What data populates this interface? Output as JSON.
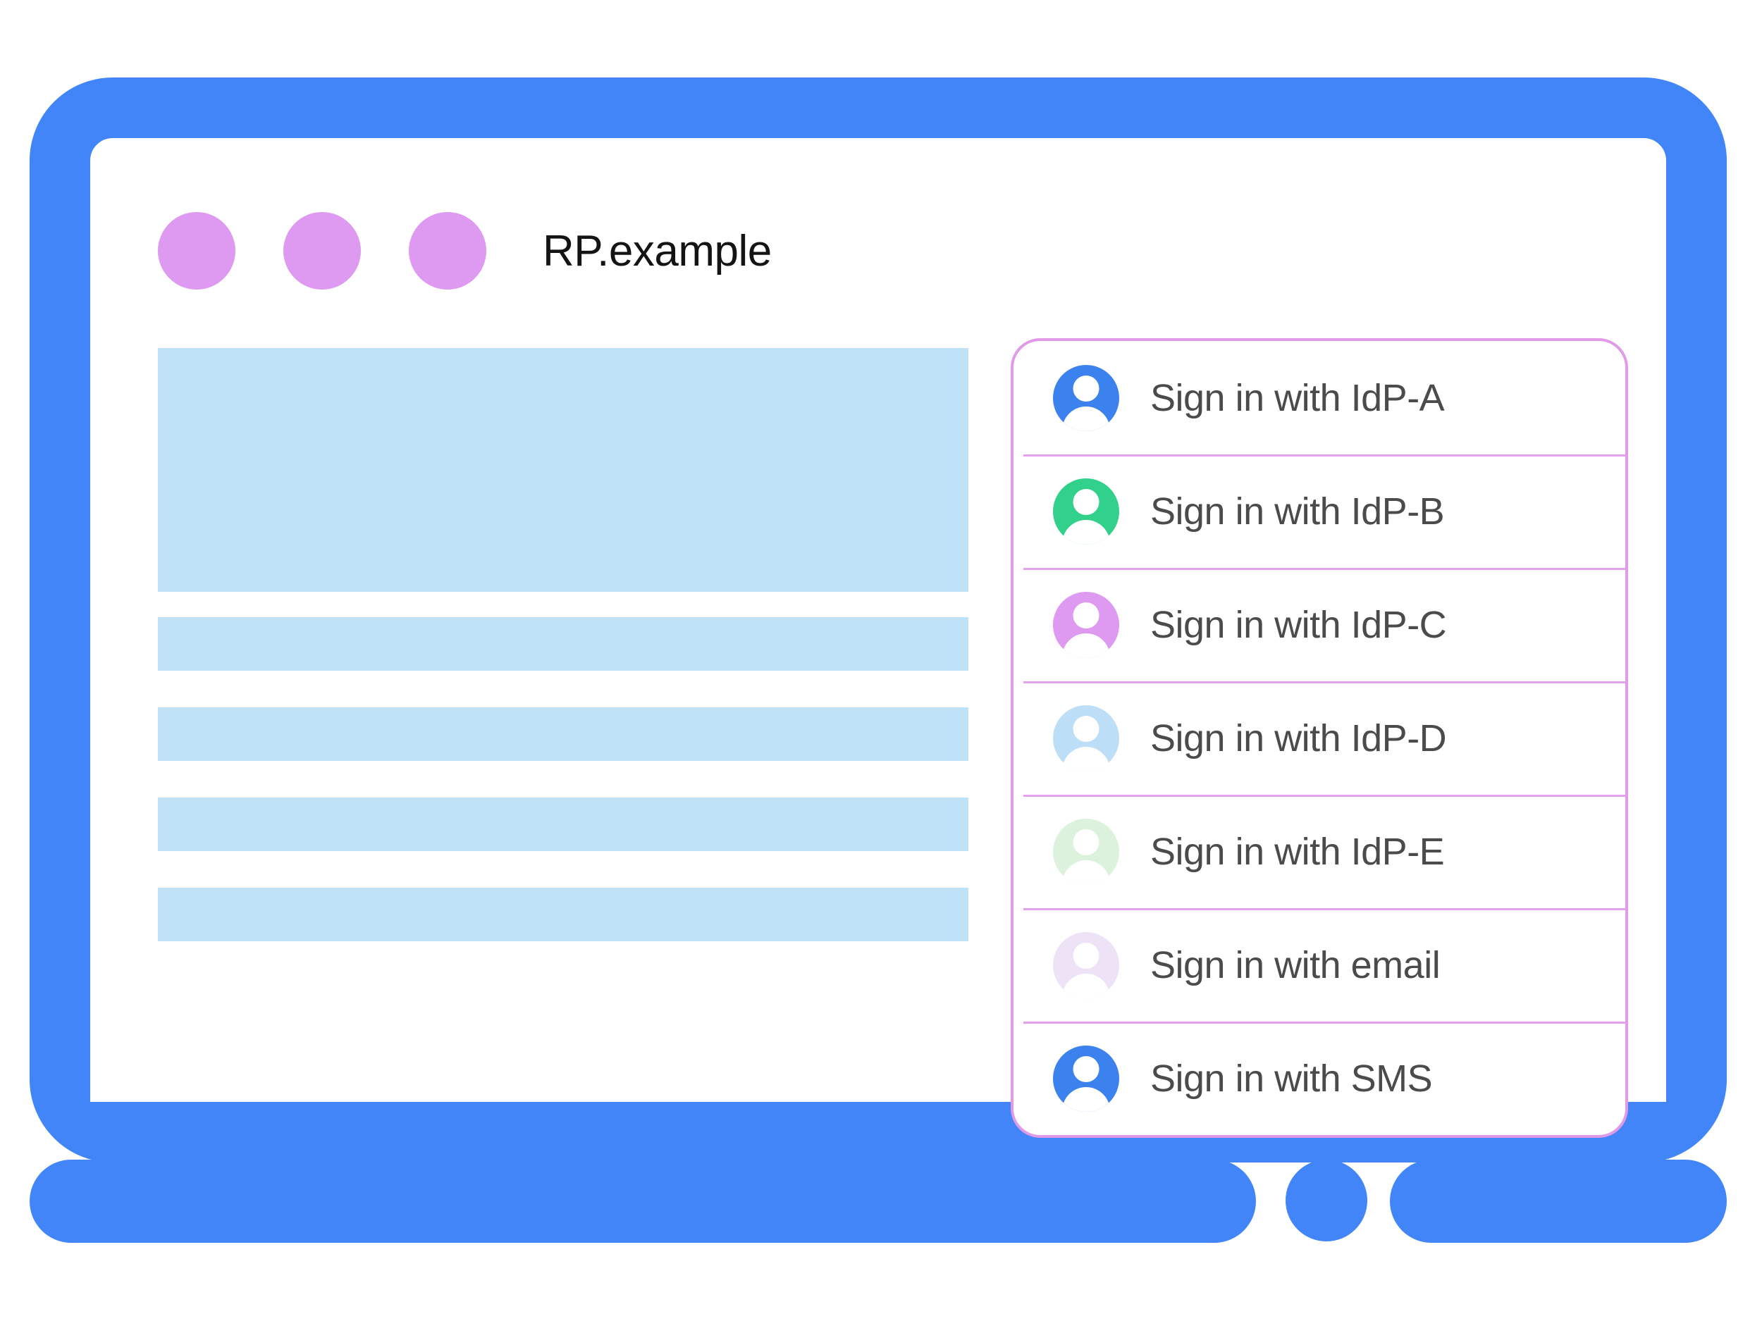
{
  "window": {
    "title": "RP.example",
    "dots": [
      {
        "name": "window-dot-1",
        "color": "#dd9af0"
      },
      {
        "name": "window-dot-2",
        "color": "#dd9af0"
      },
      {
        "name": "window-dot-3",
        "color": "#dd9af0"
      }
    ]
  },
  "theme": {
    "frame_blue": "#4285f8",
    "dialog_border": "#e09ae8",
    "row_divider": "#e3a3ec",
    "placeholder_blue": "#bfe2f6",
    "label_text": "#4b4b4b",
    "title_text": "#141414"
  },
  "content": {
    "placeholders": [
      {
        "kind": "hero-block"
      },
      {
        "kind": "text-bar"
      },
      {
        "kind": "text-bar"
      },
      {
        "kind": "text-bar"
      },
      {
        "kind": "text-bar"
      }
    ]
  },
  "idp_dialog": {
    "options": [
      {
        "label": "Sign in with IdP-A",
        "avatar_color": "#3b82ef",
        "icon": "account-avatar-icon"
      },
      {
        "label": "Sign in with IdP-B",
        "avatar_color": "#31d08b",
        "icon": "account-avatar-icon"
      },
      {
        "label": "Sign in with IdP-C",
        "avatar_color": "#dd9af0",
        "icon": "account-avatar-icon"
      },
      {
        "label": "Sign in with IdP-D",
        "avatar_color": "#bcdef6",
        "icon": "account-avatar-icon"
      },
      {
        "label": "Sign in with IdP-E",
        "avatar_color": "#dcf2dd",
        "icon": "account-avatar-icon"
      },
      {
        "label": "Sign in with email",
        "avatar_color": "#eee2f6",
        "icon": "account-avatar-icon"
      },
      {
        "label": "Sign in with SMS",
        "avatar_color": "#3b82ef",
        "icon": "account-avatar-icon"
      }
    ]
  },
  "device": {
    "home_button": "home-button"
  }
}
